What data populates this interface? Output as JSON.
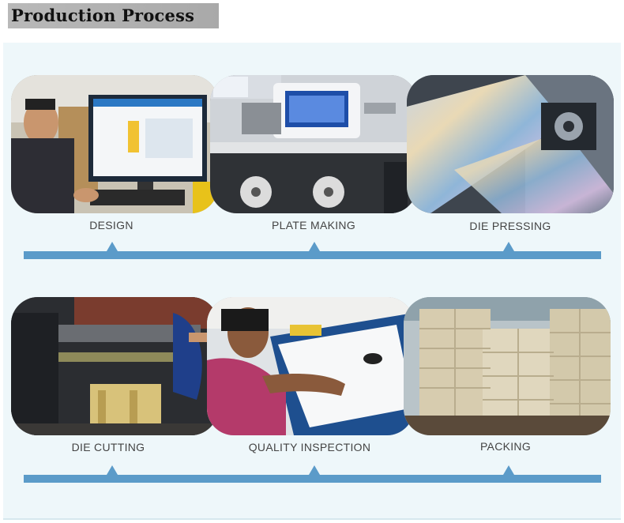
{
  "header": {
    "title": "Production Process"
  },
  "steps": [
    {
      "label": "DESIGN"
    },
    {
      "label": "PLATE MAKING"
    },
    {
      "label": "DIE PRESSING"
    },
    {
      "label": "DIE CUTTING"
    },
    {
      "label": "QUALITY INSPECTION"
    },
    {
      "label": "PACKING"
    }
  ],
  "colors": {
    "panel_bg": "#eef7fa",
    "timeline": "#5b9bc9",
    "title_bar": "#b0b0b0"
  }
}
